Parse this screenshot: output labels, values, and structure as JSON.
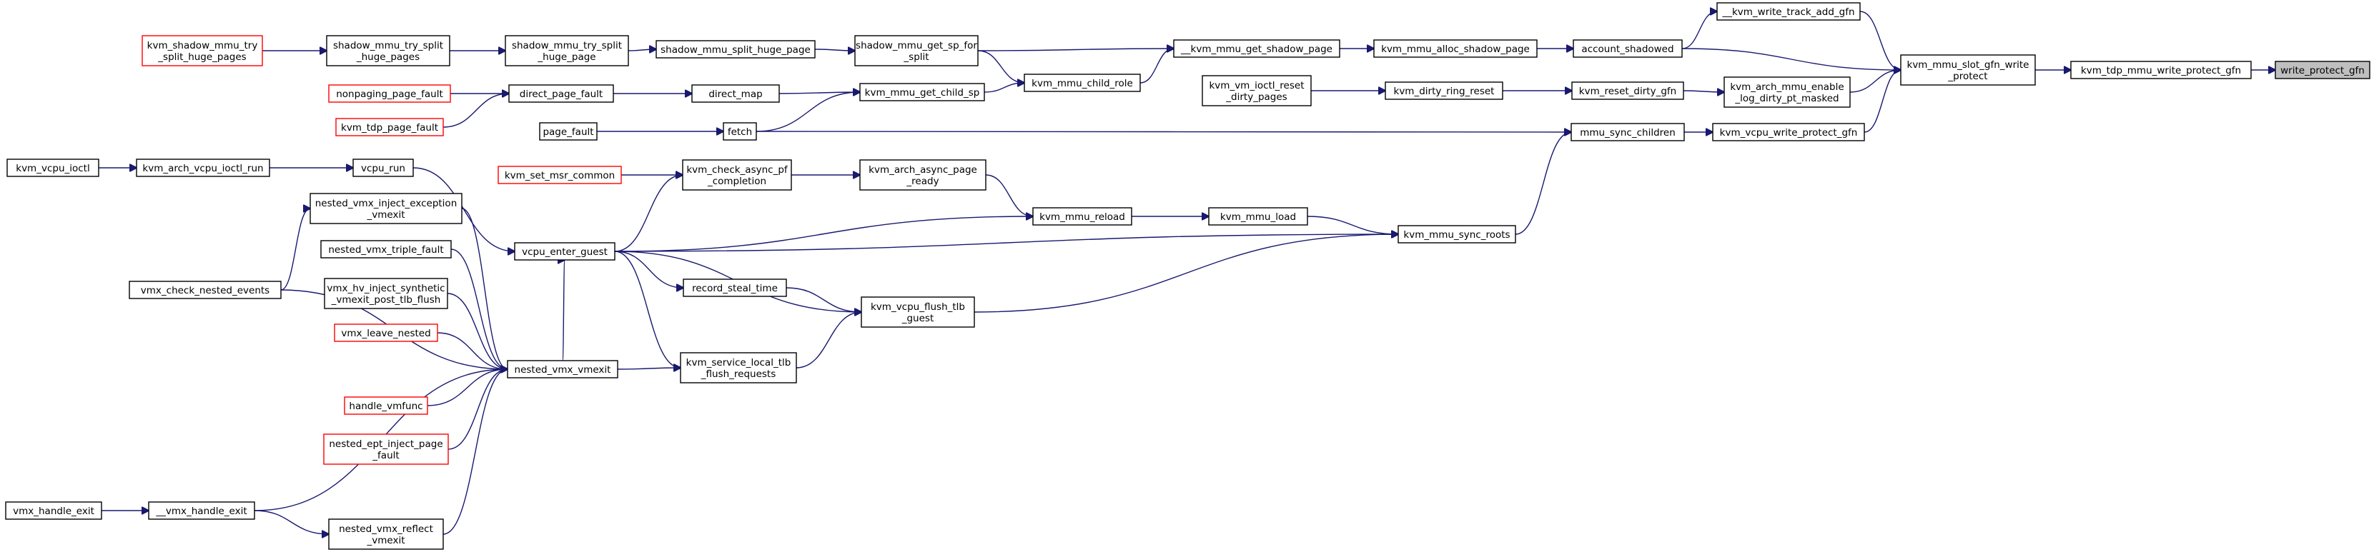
{
  "nodes": [
    {
      "id": "write_protect_gfn",
      "lines": [
        "write_protect_gfn"
      ],
      "kind": "root"
    },
    {
      "id": "kvm_tdp_mmu_write_protect_gfn",
      "lines": [
        "kvm_tdp_mmu_write_protect_gfn"
      ]
    },
    {
      "id": "kvm_mmu_slot_gfn_write_protect",
      "lines": [
        "kvm_mmu_slot_gfn_write",
        "_protect"
      ]
    },
    {
      "id": "__kvm_write_track_add_gfn",
      "lines": [
        "__kvm_write_track_add_gfn"
      ]
    },
    {
      "id": "account_shadowed",
      "lines": [
        "account_shadowed"
      ]
    },
    {
      "id": "kvm_arch_mmu_enable_log_dirty_pt_masked",
      "lines": [
        "kvm_arch_mmu_enable",
        "_log_dirty_pt_masked"
      ]
    },
    {
      "id": "kvm_vcpu_write_protect_gfn",
      "lines": [
        "kvm_vcpu_write_protect_gfn"
      ]
    },
    {
      "id": "kvm_mmu_alloc_shadow_page",
      "lines": [
        "kvm_mmu_alloc_shadow_page"
      ]
    },
    {
      "id": "kvm_reset_dirty_gfn",
      "lines": [
        "kvm_reset_dirty_gfn"
      ]
    },
    {
      "id": "mmu_sync_children",
      "lines": [
        "mmu_sync_children"
      ]
    },
    {
      "id": "__kvm_mmu_get_shadow_page",
      "lines": [
        "__kvm_mmu_get_shadow_page"
      ]
    },
    {
      "id": "kvm_dirty_ring_reset",
      "lines": [
        "kvm_dirty_ring_reset"
      ]
    },
    {
      "id": "kvm_mmu_sync_roots",
      "lines": [
        "kvm_mmu_sync_roots"
      ]
    },
    {
      "id": "kvm_mmu_child_role",
      "lines": [
        "kvm_mmu_child_role"
      ]
    },
    {
      "id": "kvm_vm_ioctl_reset_dirty_pages",
      "lines": [
        "kvm_vm_ioctl_reset",
        "_dirty_pages"
      ]
    },
    {
      "id": "kvm_mmu_load",
      "lines": [
        "kvm_mmu_load"
      ]
    },
    {
      "id": "shadow_mmu_get_sp_for_split",
      "lines": [
        "shadow_mmu_get_sp_for",
        "_split"
      ]
    },
    {
      "id": "kvm_mmu_get_child_sp",
      "lines": [
        "kvm_mmu_get_child_sp"
      ]
    },
    {
      "id": "kvm_mmu_reload",
      "lines": [
        "kvm_mmu_reload"
      ]
    },
    {
      "id": "kvm_vcpu_flush_tlb_guest",
      "lines": [
        "kvm_vcpu_flush_tlb",
        "_guest"
      ]
    },
    {
      "id": "shadow_mmu_split_huge_page",
      "lines": [
        "shadow_mmu_split_huge_page"
      ]
    },
    {
      "id": "direct_map",
      "lines": [
        "direct_map"
      ]
    },
    {
      "id": "fetch",
      "lines": [
        "fetch"
      ]
    },
    {
      "id": "kvm_arch_async_page_ready",
      "lines": [
        "kvm_arch_async_page",
        "_ready"
      ]
    },
    {
      "id": "record_steal_time",
      "lines": [
        "record_steal_time"
      ]
    },
    {
      "id": "kvm_service_local_tlb_flush_requests",
      "lines": [
        "kvm_service_local_tlb",
        "_flush_requests"
      ]
    },
    {
      "id": "shadow_mmu_try_split_huge_page",
      "lines": [
        "shadow_mmu_try_split",
        "_huge_page"
      ]
    },
    {
      "id": "direct_page_fault",
      "lines": [
        "direct_page_fault"
      ]
    },
    {
      "id": "page_fault",
      "lines": [
        "page_fault"
      ]
    },
    {
      "id": "kvm_check_async_pf_completion",
      "lines": [
        "kvm_check_async_pf",
        "_completion"
      ]
    },
    {
      "id": "vcpu_enter_guest",
      "lines": [
        "vcpu_enter_guest"
      ]
    },
    {
      "id": "nested_vmx_vmexit",
      "lines": [
        "nested_vmx_vmexit"
      ]
    },
    {
      "id": "shadow_mmu_try_split_huge_pages",
      "lines": [
        "shadow_mmu_try_split",
        "_huge_pages"
      ]
    },
    {
      "id": "kvm_shadow_mmu_try_split_huge_pages",
      "lines": [
        "kvm_shadow_mmu_try",
        "_split_huge_pages"
      ],
      "kind": "red"
    },
    {
      "id": "nonpaging_page_fault",
      "lines": [
        "nonpaging_page_fault"
      ],
      "kind": "red"
    },
    {
      "id": "kvm_tdp_page_fault",
      "lines": [
        "kvm_tdp_page_fault"
      ],
      "kind": "red"
    },
    {
      "id": "kvm_set_msr_common",
      "lines": [
        "kvm_set_msr_common"
      ],
      "kind": "red"
    },
    {
      "id": "vcpu_run",
      "lines": [
        "vcpu_run"
      ]
    },
    {
      "id": "kvm_arch_vcpu_ioctl_run",
      "lines": [
        "kvm_arch_vcpu_ioctl_run"
      ]
    },
    {
      "id": "kvm_vcpu_ioctl",
      "lines": [
        "kvm_vcpu_ioctl"
      ]
    },
    {
      "id": "nested_vmx_inject_exception_vmexit",
      "lines": [
        "nested_vmx_inject_exception",
        "_vmexit"
      ]
    },
    {
      "id": "nested_vmx_triple_fault",
      "lines": [
        "nested_vmx_triple_fault"
      ]
    },
    {
      "id": "vmx_hv_inject_synthetic_vmexit_post_tlb_flush",
      "lines": [
        "vmx_hv_inject_synthetic",
        "_vmexit_post_tlb_flush"
      ]
    },
    {
      "id": "vmx_leave_nested",
      "lines": [
        "vmx_leave_nested"
      ],
      "kind": "red"
    },
    {
      "id": "handle_vmfunc",
      "lines": [
        "handle_vmfunc"
      ],
      "kind": "red"
    },
    {
      "id": "nested_ept_inject_page_fault",
      "lines": [
        "nested_ept_inject_page",
        "_fault"
      ],
      "kind": "red"
    },
    {
      "id": "__vmx_handle_exit",
      "lines": [
        "__vmx_handle_exit"
      ]
    },
    {
      "id": "nested_vmx_reflect_vmexit",
      "lines": [
        "nested_vmx_reflect",
        "_vmexit"
      ]
    },
    {
      "id": "vmx_check_nested_events",
      "lines": [
        "vmx_check_nested_events"
      ]
    },
    {
      "id": "vmx_handle_exit",
      "lines": [
        "vmx_handle_exit"
      ]
    }
  ],
  "edges": [
    [
      "kvm_tdp_mmu_write_protect_gfn",
      "write_protect_gfn"
    ],
    [
      "kvm_mmu_slot_gfn_write_protect",
      "kvm_tdp_mmu_write_protect_gfn"
    ],
    [
      "__kvm_write_track_add_gfn",
      "kvm_mmu_slot_gfn_write_protect"
    ],
    [
      "account_shadowed",
      "kvm_mmu_slot_gfn_write_protect"
    ],
    [
      "kvm_arch_mmu_enable_log_dirty_pt_masked",
      "kvm_mmu_slot_gfn_write_protect"
    ],
    [
      "kvm_vcpu_write_protect_gfn",
      "kvm_mmu_slot_gfn_write_protect"
    ],
    [
      "account_shadowed",
      "__kvm_write_track_add_gfn"
    ],
    [
      "kvm_mmu_alloc_shadow_page",
      "account_shadowed"
    ],
    [
      "kvm_reset_dirty_gfn",
      "kvm_arch_mmu_enable_log_dirty_pt_masked"
    ],
    [
      "mmu_sync_children",
      "kvm_vcpu_write_protect_gfn"
    ],
    [
      "__kvm_mmu_get_shadow_page",
      "kvm_mmu_alloc_shadow_page"
    ],
    [
      "kvm_dirty_ring_reset",
      "kvm_reset_dirty_gfn"
    ],
    [
      "fetch",
      "mmu_sync_children"
    ],
    [
      "kvm_mmu_sync_roots",
      "mmu_sync_children"
    ],
    [
      "kvm_mmu_child_role",
      "__kvm_mmu_get_shadow_page"
    ],
    [
      "shadow_mmu_get_sp_for_split",
      "__kvm_mmu_get_shadow_page"
    ],
    [
      "kvm_vm_ioctl_reset_dirty_pages",
      "kvm_dirty_ring_reset"
    ],
    [
      "kvm_mmu_load",
      "kvm_mmu_sync_roots"
    ],
    [
      "vcpu_enter_guest",
      "kvm_mmu_sync_roots"
    ],
    [
      "kvm_vcpu_flush_tlb_guest",
      "kvm_mmu_sync_roots"
    ],
    [
      "kvm_mmu_get_child_sp",
      "kvm_mmu_child_role"
    ],
    [
      "shadow_mmu_get_sp_for_split",
      "kvm_mmu_child_role"
    ],
    [
      "kvm_mmu_reload",
      "kvm_mmu_load"
    ],
    [
      "shadow_mmu_split_huge_page",
      "shadow_mmu_get_sp_for_split"
    ],
    [
      "direct_map",
      "kvm_mmu_get_child_sp"
    ],
    [
      "fetch",
      "kvm_mmu_get_child_sp"
    ],
    [
      "kvm_arch_async_page_ready",
      "kvm_mmu_reload"
    ],
    [
      "vcpu_enter_guest",
      "kvm_mmu_reload"
    ],
    [
      "record_steal_time",
      "kvm_vcpu_flush_tlb_guest"
    ],
    [
      "vcpu_enter_guest",
      "kvm_vcpu_flush_tlb_guest"
    ],
    [
      "kvm_service_local_tlb_flush_requests",
      "kvm_vcpu_flush_tlb_guest"
    ],
    [
      "shadow_mmu_try_split_huge_page",
      "shadow_mmu_split_huge_page"
    ],
    [
      "direct_page_fault",
      "direct_map"
    ],
    [
      "page_fault",
      "fetch"
    ],
    [
      "kvm_check_async_pf_completion",
      "kvm_arch_async_page_ready"
    ],
    [
      "vcpu_enter_guest",
      "record_steal_time"
    ],
    [
      "vcpu_enter_guest",
      "kvm_service_local_tlb_flush_requests"
    ],
    [
      "nested_vmx_vmexit",
      "kvm_service_local_tlb_flush_requests"
    ],
    [
      "shadow_mmu_try_split_huge_pages",
      "shadow_mmu_try_split_huge_page"
    ],
    [
      "nonpaging_page_fault",
      "direct_page_fault"
    ],
    [
      "kvm_tdp_page_fault",
      "direct_page_fault"
    ],
    [
      "kvm_set_msr_common",
      "kvm_check_async_pf_completion"
    ],
    [
      "vcpu_enter_guest",
      "kvm_check_async_pf_completion"
    ],
    [
      "vcpu_run",
      "vcpu_enter_guest"
    ],
    [
      "nested_vmx_vmexit",
      "vcpu_enter_guest"
    ],
    [
      "kvm_shadow_mmu_try_split_huge_pages",
      "shadow_mmu_try_split_huge_pages"
    ],
    [
      "kvm_arch_vcpu_ioctl_run",
      "vcpu_run"
    ],
    [
      "kvm_vcpu_ioctl",
      "kvm_arch_vcpu_ioctl_run"
    ],
    [
      "nested_vmx_inject_exception_vmexit",
      "nested_vmx_vmexit"
    ],
    [
      "nested_vmx_triple_fault",
      "nested_vmx_vmexit"
    ],
    [
      "vmx_hv_inject_synthetic_vmexit_post_tlb_flush",
      "nested_vmx_vmexit"
    ],
    [
      "vmx_leave_nested",
      "nested_vmx_vmexit"
    ],
    [
      "handle_vmfunc",
      "nested_vmx_vmexit"
    ],
    [
      "nested_ept_inject_page_fault",
      "nested_vmx_vmexit"
    ],
    [
      "__vmx_handle_exit",
      "nested_vmx_vmexit"
    ],
    [
      "nested_vmx_reflect_vmexit",
      "nested_vmx_vmexit"
    ],
    [
      "vmx_check_nested_events",
      "nested_vmx_vmexit"
    ],
    [
      "vmx_check_nested_events",
      "nested_vmx_inject_exception_vmexit"
    ],
    [
      "__vmx_handle_exit",
      "nested_vmx_reflect_vmexit"
    ],
    [
      "vmx_handle_exit",
      "__vmx_handle_exit"
    ]
  ],
  "colors": {
    "edge": "#191970",
    "box": "#000000",
    "red_box": "#ff0000",
    "root_fill": "#bfbfbf"
  }
}
